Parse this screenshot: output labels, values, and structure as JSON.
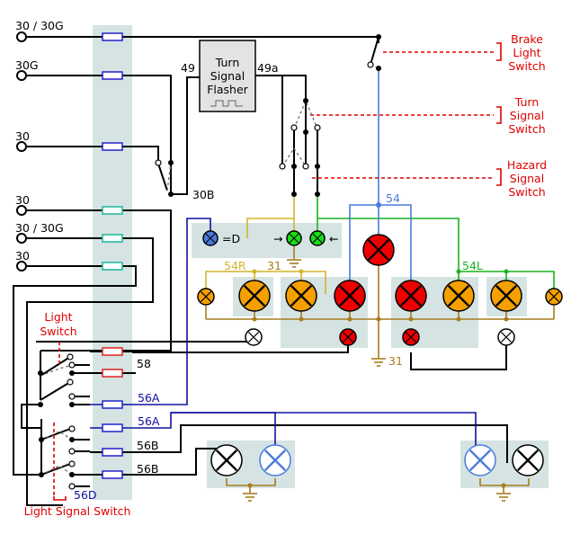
{
  "terminals": {
    "t1": "30 / 30G",
    "t2": "30G",
    "t3": "30",
    "t4": "30",
    "t5": "30 / 30G",
    "t6": "30"
  },
  "flasher": {
    "line1": "Turn",
    "line2": "Signal",
    "line3": "Flasher",
    "pin_in": "49",
    "pin_out": "49a"
  },
  "labels": {
    "l30b": "30B",
    "l54": "54",
    "l54r": "54R",
    "l54l": "54L",
    "l31_top": "31",
    "l31_bottom": "31",
    "l58": "58",
    "l56a_1": "56A",
    "l56a_2": "56A",
    "l56b_1": "56B",
    "l56b_2": "56B",
    "l56d": "56D",
    "indicator_d": "=D",
    "arrow_right": "→",
    "arrow_left": "←"
  },
  "switches": {
    "brake": [
      "Brake",
      "Light",
      "Switch"
    ],
    "turn": [
      "Turn",
      "Signal",
      "Switch"
    ],
    "hazard": [
      "Hazard",
      "Signal",
      "Switch"
    ],
    "light": [
      "Light",
      "Switch"
    ],
    "light_signal": "Light Signal Switch"
  },
  "colors": {
    "wire": "#000000",
    "wire_brake": "#4a7bdc",
    "wire_turn_r": "#d4b42a",
    "wire_turn_l": "#19b219",
    "ground": "#a67c1e",
    "high_beam_wire": "#1010a0",
    "switch_label": "#e00000",
    "fuse_panel": "#d5e3e3"
  }
}
